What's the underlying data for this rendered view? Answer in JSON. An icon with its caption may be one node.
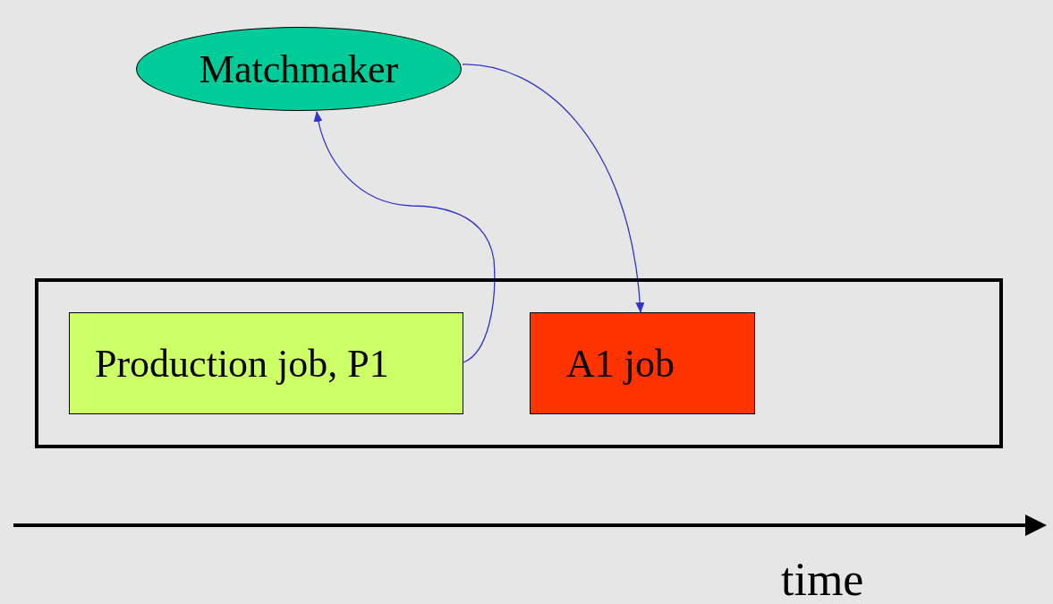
{
  "diagram": {
    "nodes": [
      {
        "text": [
          "Matchmaker"
        ]
      },
      {
        "text": [],
        "shape": "box"
      },
      {
        "text": [
          "Production job, P1"
        ],
        "in": 1
      },
      {
        "text": [
          "A1 job"
        ],
        "in": 1
      }
    ],
    "edges": [
      {
        "from": 2,
        "to": 0,
        "arrow": "to"
      },
      {
        "from": 0,
        "to": 3,
        "arrow": "to"
      }
    ],
    "labels": [
      "time"
    ]
  }
}
